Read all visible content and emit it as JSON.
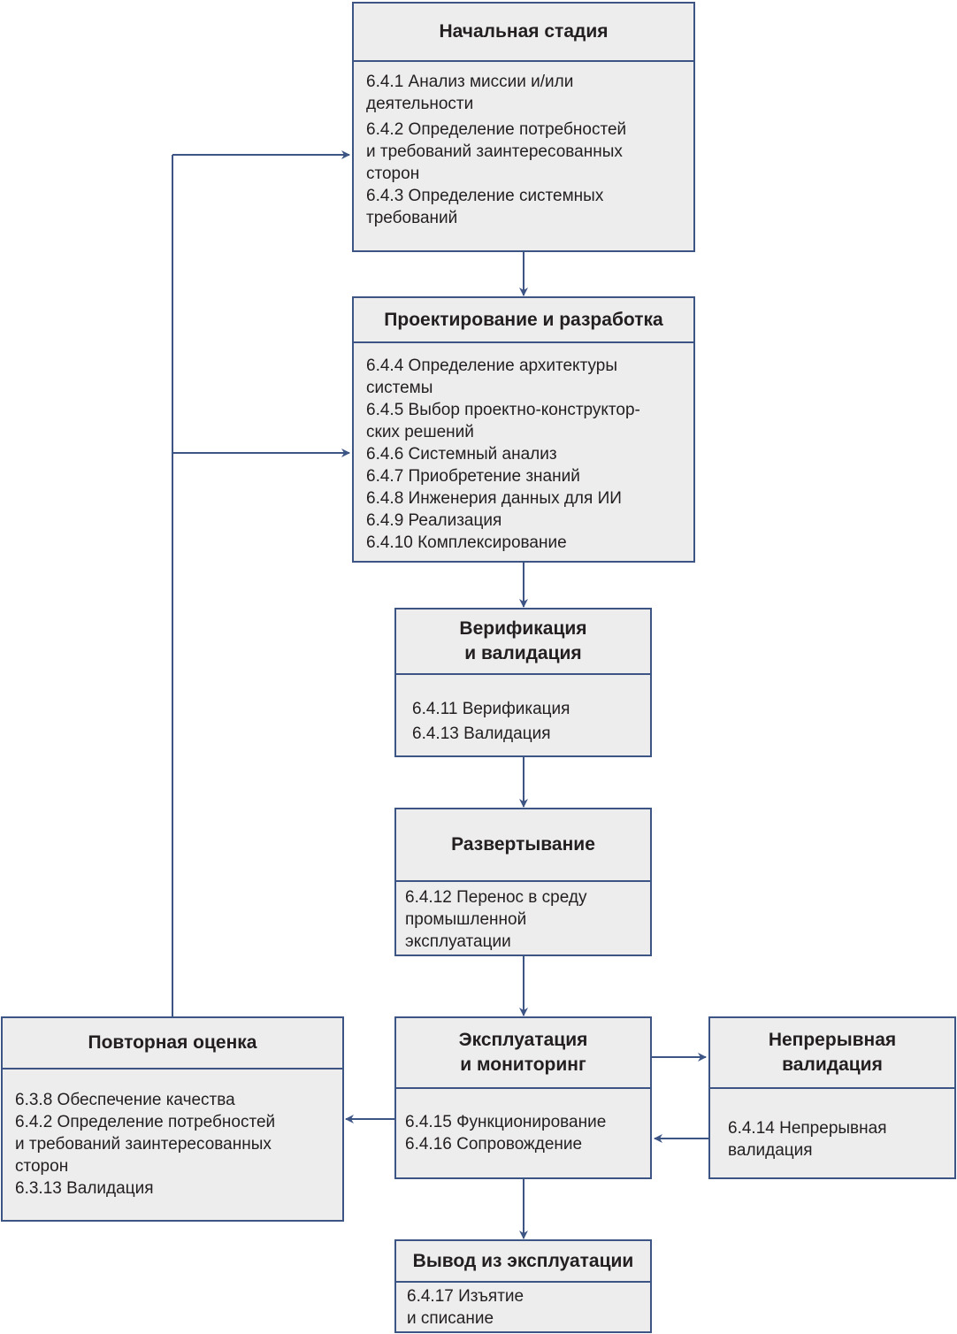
{
  "colors": {
    "border": "#3d5585",
    "fill": "#ededed",
    "arrow": "#3d5585",
    "text": "#231f20"
  },
  "stages": {
    "initial": {
      "title": "Начальная стадия",
      "items": [
        "6.4.1 Анализ миссии и/или",
        "деятельности",
        "6.4.2 Определение потребностей",
        "и требований заинтересованных",
        "сторон",
        "6.4.3 Определение системных",
        "требований"
      ]
    },
    "design": {
      "title": "Проектирование и разработка",
      "items": [
        "6.4.4 Определение архитектуры",
        "системы",
        "6.4.5 Выбор проектно-конструктор-",
        "ских решений",
        "6.4.6 Системный анализ",
        "6.4.7 Приобретение знаний",
        "6.4.8 Инженерия данных для ИИ",
        "6.4.9 Реализация",
        "6.4.10 Комплексирование"
      ]
    },
    "verification": {
      "title_1": "Верификация",
      "title_2": "и валидация",
      "items": [
        "6.4.11 Верификация",
        "6.4.13 Валидация"
      ]
    },
    "deployment": {
      "title": "Развертывание",
      "items": [
        "6.4.12 Перенос в среду",
        "промышленной",
        "эксплуатации"
      ]
    },
    "operation": {
      "title_1": "Эксплуатация",
      "title_2": "и мониторинг",
      "items": [
        "6.4.15 Функционирование",
        "6.4.16 Сопровождение"
      ]
    },
    "continuous": {
      "title_1": "Непрерывная",
      "title_2": "валидация",
      "items": [
        "6.4.14 Непрерывная",
        "валидация"
      ]
    },
    "reassessment": {
      "title": "Повторная оценка",
      "items": [
        "6.3.8 Обеспечение качества",
        "6.4.2 Определение потребностей",
        "и требований заинтересованных",
        "сторон",
        "6.3.13 Валидация"
      ]
    },
    "retirement": {
      "title": "Вывод из эксплуатации",
      "items": [
        "6.4.17 Изъятие",
        "и списание"
      ]
    }
  }
}
